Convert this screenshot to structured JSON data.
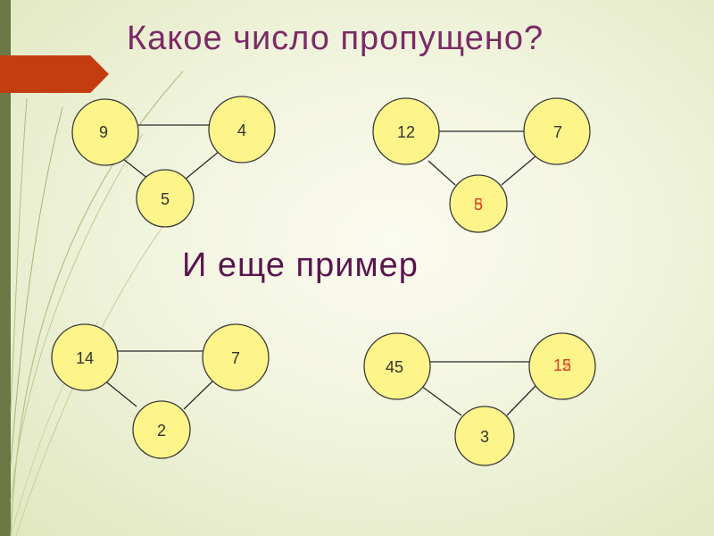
{
  "slide": {
    "title": "Какое число пропущено?",
    "subtitle": "И еще пример"
  },
  "colors": {
    "title": "#7b2a66",
    "subtitle": "#5a1550",
    "circle_fill": "#fdf48a",
    "accent_tab": "#c43d11",
    "answer_text": "#d9462a"
  },
  "puzzles": [
    {
      "nodes": [
        {
          "value": "9"
        },
        {
          "value": "4"
        },
        {
          "value": "5"
        }
      ]
    },
    {
      "nodes": [
        {
          "value": "12"
        },
        {
          "value": "7"
        },
        {
          "value": "5",
          "overlay": "8"
        }
      ]
    },
    {
      "nodes": [
        {
          "value": "14"
        },
        {
          "value": "7"
        },
        {
          "value": "2"
        }
      ]
    },
    {
      "nodes": [
        {
          "value": "45"
        },
        {
          "value": "15",
          "overlay": "12"
        },
        {
          "value": "3"
        }
      ]
    }
  ]
}
